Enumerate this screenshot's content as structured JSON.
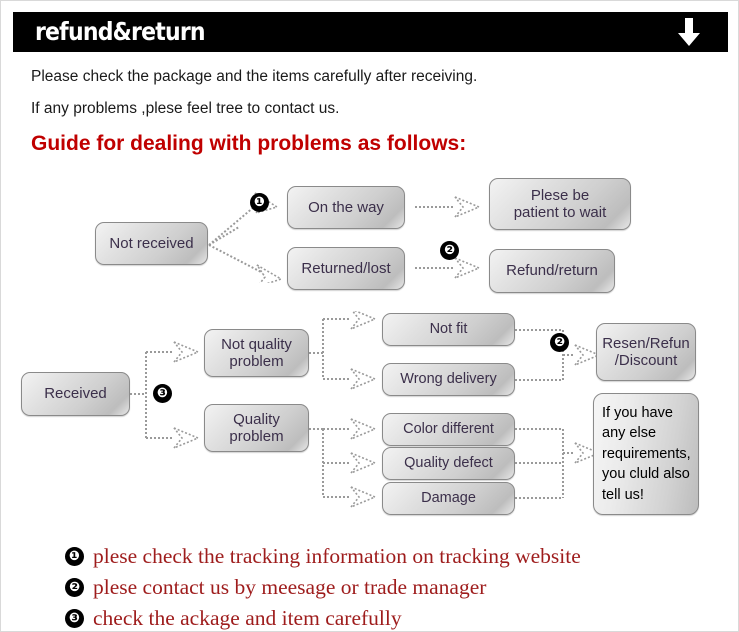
{
  "header": {
    "title": "refund&return",
    "arrow_icon": "arrow-down-icon",
    "bar_color": "#000000",
    "title_color": "#ffffff"
  },
  "intro": {
    "line1": "Please check the package and the items carefully after receiving.",
    "line2": "If any problems ,plese feel tree to contact us.",
    "guide_title": "Guide for dealing with problems as follows:",
    "guide_color": "#c00000"
  },
  "flow_not_received": {
    "source": "Not received",
    "branch_on_the_way": "On the way",
    "branch_returned_lost": "Returned/lost",
    "result_wait": "Plese be\npatient to wait",
    "result_refund": "Refund/return",
    "badge_on_the_way": "❶",
    "badge_refund": "❷"
  },
  "flow_received": {
    "source": "Received",
    "badge_source": "❸",
    "not_quality_problem": "Not quality\nproblem",
    "quality_problem": "Quality\nproblem",
    "not_quality_items": [
      "Not fit",
      "Wrong delivery"
    ],
    "quality_items": [
      "Color different",
      "Quality defect",
      "Damage"
    ],
    "result_resend": "Resen/Refun\n/Discount",
    "badge_resend": "❷",
    "note": "If you have\nany else\nrequirements,\nyou cluld also\ntell us!"
  },
  "legend": {
    "items": [
      {
        "number": "❶",
        "text": "plese check the tracking information on tracking website"
      },
      {
        "number": "❷",
        "text": "plese contact us by meesage or trade manager"
      },
      {
        "number": "❸",
        "text": "check the ackage and item carefully"
      }
    ],
    "text_color": "#9e1c1c"
  },
  "theme": {
    "box_text_color": "#3b2f4a",
    "box_border_color": "#8a8a8a",
    "connector_color": "#9a9a9a"
  }
}
